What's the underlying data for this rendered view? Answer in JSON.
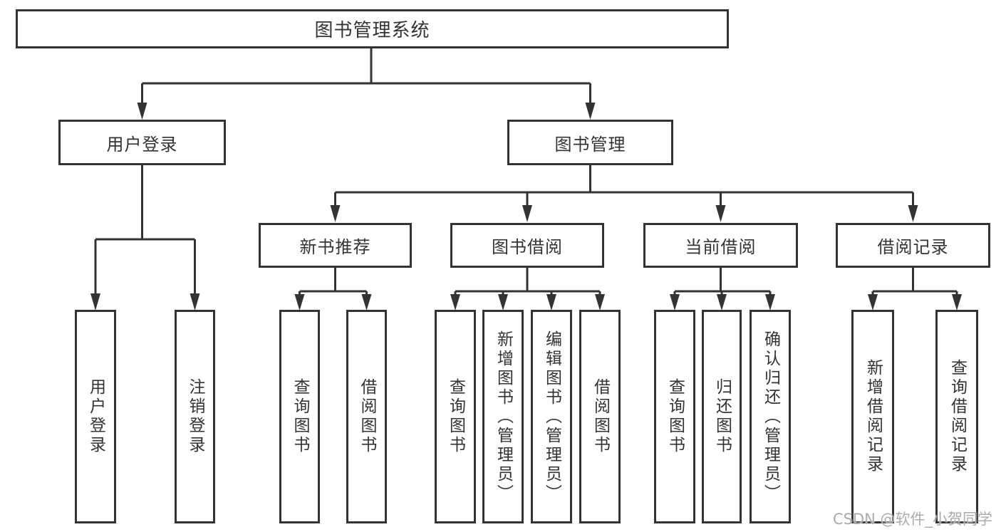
{
  "tree": {
    "root": "图书管理系统",
    "level2": [
      "用户登录",
      "图书管理"
    ],
    "level3": [
      "新书推荐",
      "图书借阅",
      "当前借阅",
      "借阅记录"
    ],
    "leaves": {
      "user_login": [
        "用户登录",
        "注销登录"
      ],
      "new_book": [
        "查询图书",
        "借阅图书"
      ],
      "book_borrow": [
        "查询图书",
        "新增图书（管理员）",
        "编辑图书（管理员）",
        "借阅图书"
      ],
      "current_borrow": [
        "查询图书",
        "归还图书",
        "确认归还（管理员）"
      ],
      "borrow_records": [
        "新增借阅记录",
        "查询借阅记录"
      ]
    }
  },
  "watermark": "CSDN @软件_小贺同学",
  "colors": {
    "line": "#333333",
    "text": "#333333",
    "box_background": "#ffffff",
    "watermark": "#ababab",
    "background": "#ffffff"
  }
}
